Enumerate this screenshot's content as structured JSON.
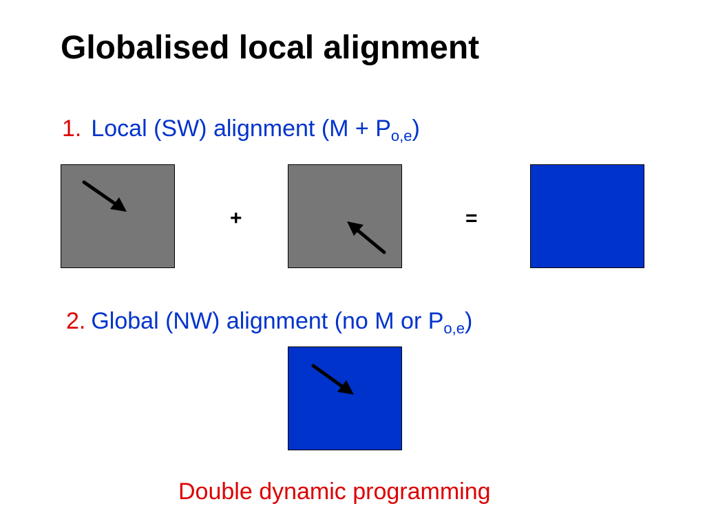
{
  "title": "Globalised local alignment",
  "point1": {
    "number": "1.",
    "text": "Local (SW) alignment (M + P",
    "subscript": "o,e",
    "suffix": ")"
  },
  "point2": {
    "number": "2.",
    "text": "Global (NW) alignment (no M or P",
    "subscript": "o,e",
    "suffix": ")"
  },
  "operators": {
    "plus": "+",
    "equals": "="
  },
  "footer": "Double dynamic programming",
  "colors": {
    "gray_box": "#777777",
    "blue_box": "#0033cc",
    "red_text": "#dd0000",
    "blue_text": "#0033cc",
    "arrow": "#000000"
  },
  "icons": {
    "forward_arrow": "arrow-down-right-icon",
    "backward_arrow": "arrow-up-left-icon"
  }
}
